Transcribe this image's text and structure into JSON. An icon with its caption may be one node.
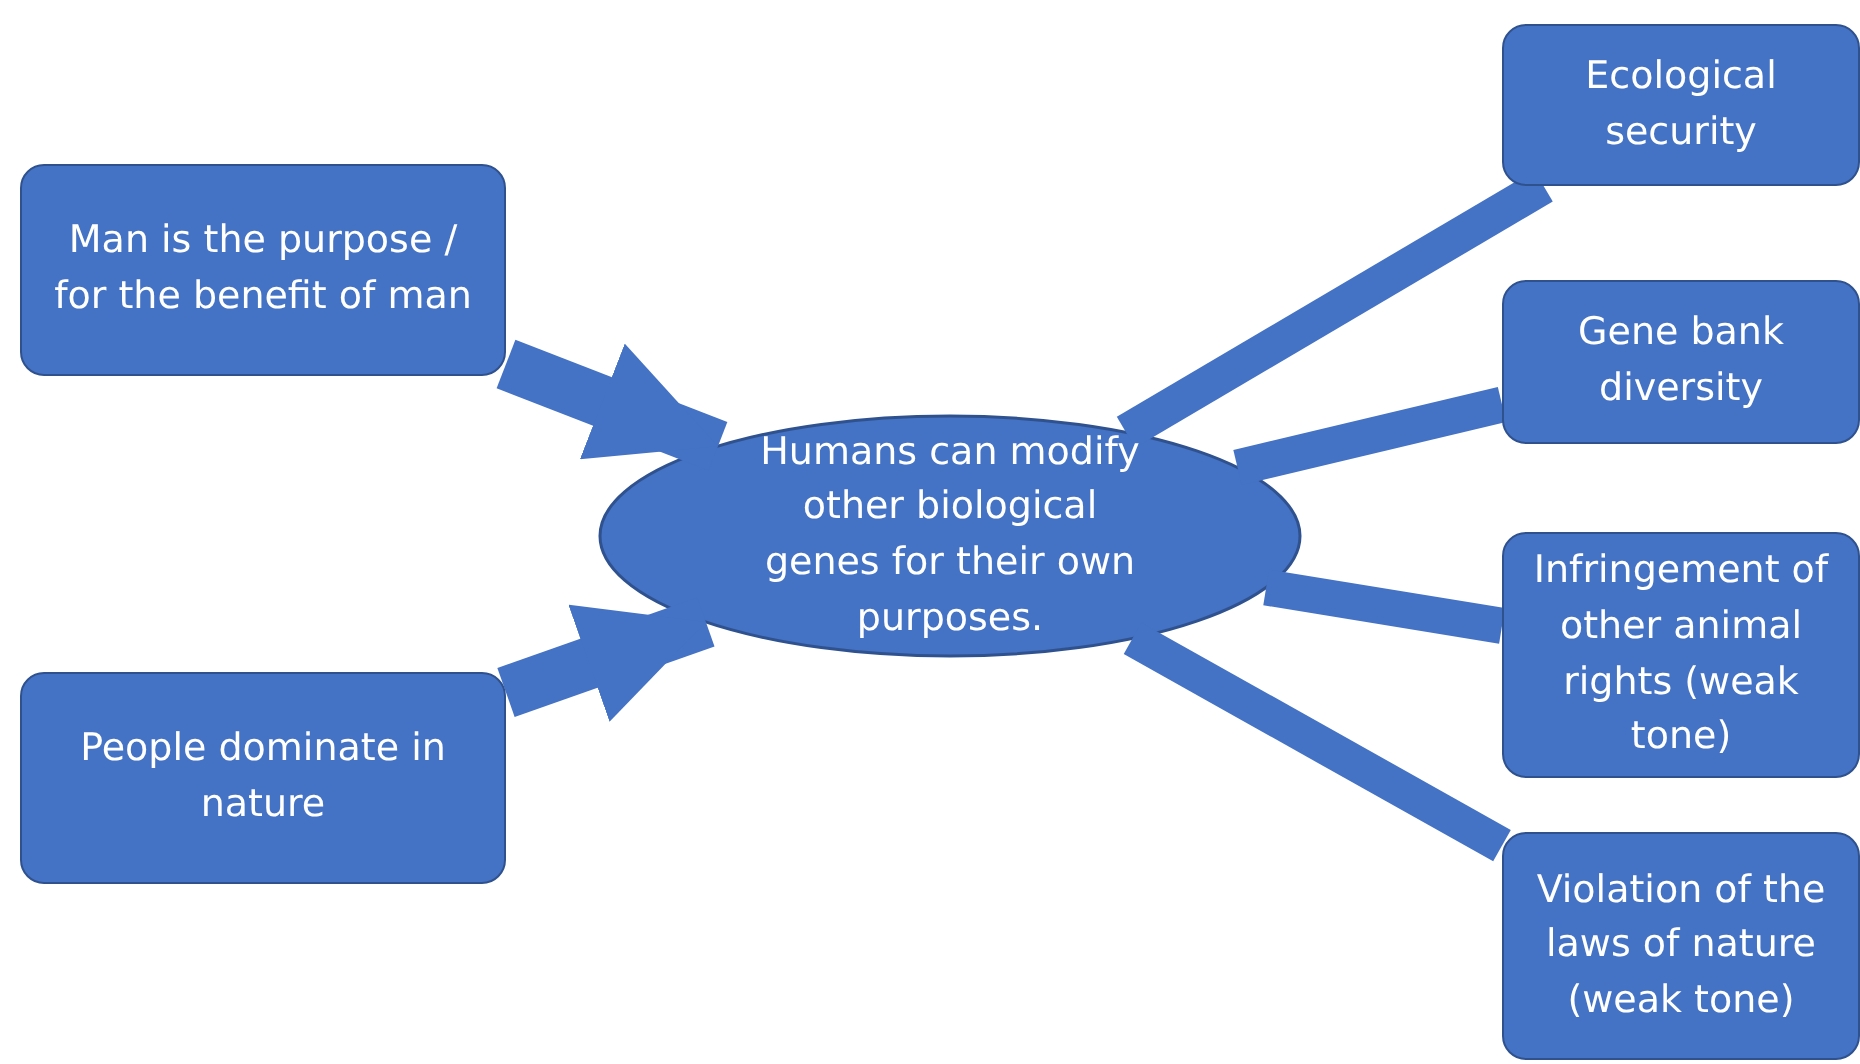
{
  "diagram": {
    "nodes": [
      {
        "text": [
          "Man is the purpose / for the benefit of man"
        ]
      },
      {
        "text": [
          "People dominate in nature"
        ]
      },
      {
        "text": [
          "Humans can modify other biological genes for their own purposes."
        ]
      },
      {
        "text": [
          "Ecological security"
        ]
      },
      {
        "text": [
          "Gene bank diversity"
        ]
      },
      {
        "text": [
          "Infringement of other animal rights (weak tone)"
        ]
      },
      {
        "text": [
          "Violation of the laws of nature (weak tone)"
        ]
      }
    ],
    "edges": [
      {
        "from": 0,
        "to": 2,
        "arrow": "to"
      },
      {
        "from": 1,
        "to": 2,
        "arrow": "to"
      },
      {
        "from": 2,
        "to": 3,
        "arrow": "none"
      },
      {
        "from": 2,
        "to": 4,
        "arrow": "none"
      },
      {
        "from": 2,
        "to": 5,
        "arrow": "none"
      },
      {
        "from": 2,
        "to": 6,
        "arrow": "none"
      }
    ]
  }
}
